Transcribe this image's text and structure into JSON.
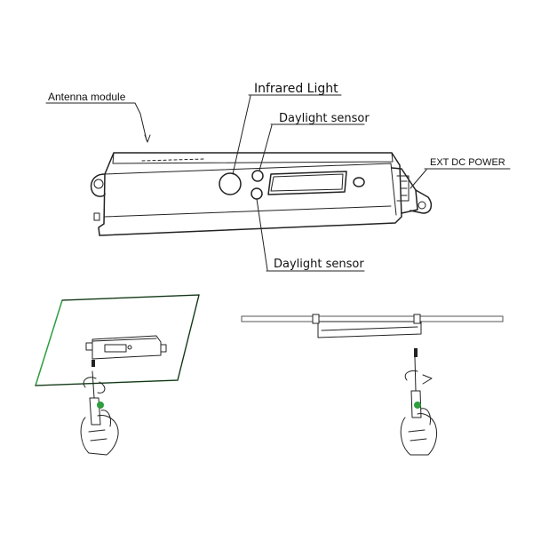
{
  "diagram": {
    "labels": {
      "antenna_module": "Antenna module",
      "infrared_light": "Infrared Light",
      "daylight_sensor_top": "Daylight sensor",
      "daylight_sensor_bottom": "Daylight sensor",
      "ext_dc_power": "EXT DC POWER"
    },
    "colors": {
      "line": "#222222",
      "panel_edge": "#2e9e3e",
      "background": "#ffffff"
    },
    "panels": {
      "left": "install-on-wall-panel",
      "right": "install-on-ceiling-panel"
    }
  }
}
